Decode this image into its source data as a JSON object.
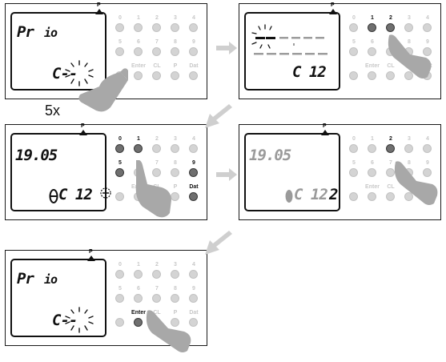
{
  "indicator_letter": "P",
  "press_count": "5x",
  "keypad": {
    "row1": [
      "0",
      "1",
      "2",
      "3",
      "4"
    ],
    "row2": [
      "5",
      "6",
      "7",
      "8",
      "9"
    ],
    "row3": [
      "Enter",
      "CL",
      "P",
      "Dat"
    ]
  },
  "panels": [
    {
      "lcd_top": "Pr",
      "lcd_top_symbol": "io",
      "lcd_code": "C--",
      "highlighted_keys": []
    },
    {
      "lcd_code": "C 12",
      "highlighted_keys": [
        "1",
        "2"
      ]
    },
    {
      "lcd_time": "19.05",
      "lcd_code": "C 12",
      "highlighted_keys": [
        "0",
        "1",
        "5",
        "9",
        "Dat"
      ]
    },
    {
      "lcd_time": "19.05",
      "lcd_code": "C 12",
      "lcd_digit": "2",
      "highlighted_keys": [
        "2"
      ]
    },
    {
      "lcd_top": "Pr",
      "lcd_top_symbol": "io",
      "lcd_code": "C--",
      "highlighted_keys": [
        "Enter"
      ]
    }
  ]
}
